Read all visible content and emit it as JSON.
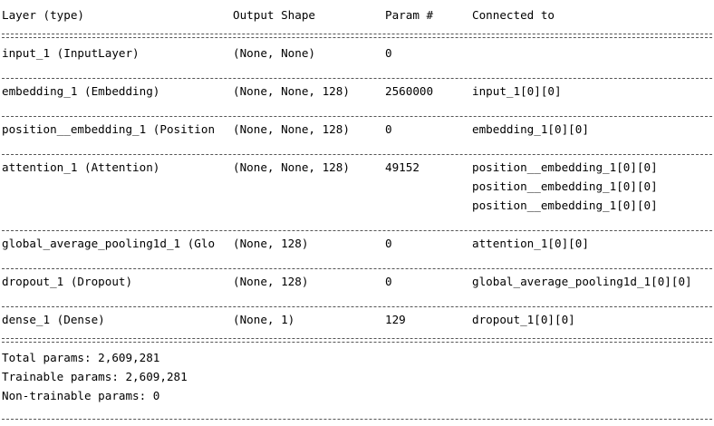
{
  "header": {
    "layer": "Layer (type)",
    "output_shape": "Output Shape",
    "params": "Param #",
    "connected_to": "Connected to"
  },
  "rows": [
    {
      "layer": "input_1 (InputLayer)",
      "output_shape": "(None, None)",
      "params": "0",
      "connected": []
    },
    {
      "layer": "embedding_1 (Embedding)",
      "output_shape": "(None, None, 128)",
      "params": "2560000",
      "connected": [
        "input_1[0][0]"
      ]
    },
    {
      "layer": "position__embedding_1 (Position",
      "output_shape": "(None, None, 128)",
      "params": "0",
      "connected": [
        "embedding_1[0][0]"
      ]
    },
    {
      "layer": "attention_1 (Attention)",
      "output_shape": "(None, None, 128)",
      "params": "49152",
      "connected": [
        "position__embedding_1[0][0]",
        "position__embedding_1[0][0]",
        "position__embedding_1[0][0]"
      ]
    },
    {
      "layer": "global_average_pooling1d_1 (Glo",
      "output_shape": "(None, 128)",
      "params": "0",
      "connected": [
        "attention_1[0][0]"
      ]
    },
    {
      "layer": "dropout_1 (Dropout)",
      "output_shape": "(None, 128)",
      "params": "0",
      "connected": [
        "global_average_pooling1d_1[0][0]"
      ]
    },
    {
      "layer": "dense_1 (Dense)",
      "output_shape": "(None, 1)",
      "params": "129",
      "connected": [
        "dropout_1[0][0]"
      ]
    }
  ],
  "totals": {
    "total": "Total params: 2,609,281",
    "trainable": "Trainable params: 2,609,281",
    "non_trainable": "Non-trainable params: 0"
  }
}
